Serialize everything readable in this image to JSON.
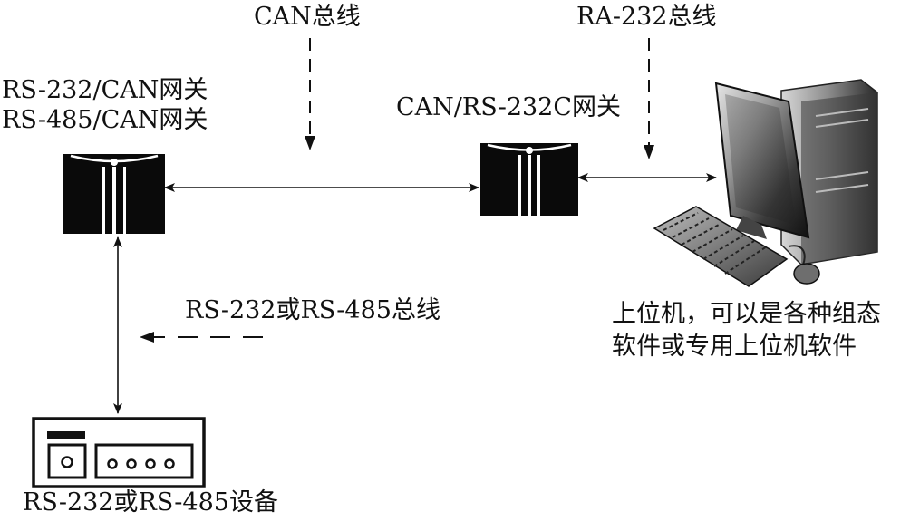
{
  "labels": {
    "can_bus": "CAN总线",
    "ra232_bus": "RA-232总线",
    "left_gateway_line1": "RS-232/CAN网关",
    "left_gateway_line2": "RS-485/CAN网关",
    "right_gateway": "CAN/RS-232C网关",
    "serial_bus": "RS-232或RS-485总线",
    "computer_line1": "上位机，可以是各种组态",
    "computer_line2": "软件或专用上位机软件",
    "device": "RS-232或RS-485设备"
  },
  "colors": {
    "ink": "#111111",
    "background": "#ffffff"
  }
}
